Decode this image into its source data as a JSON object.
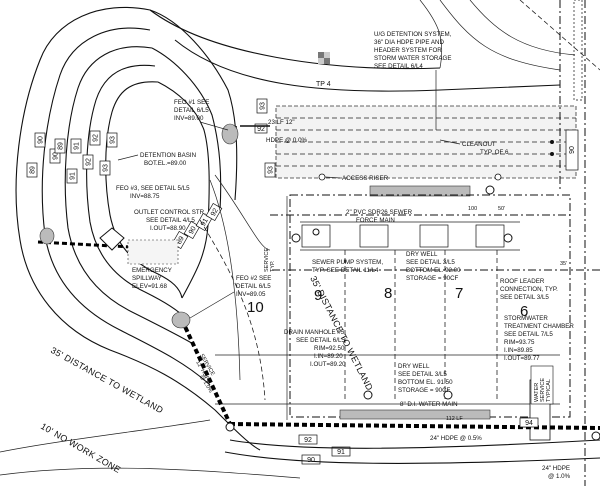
{
  "contour_labels": [
    "89",
    "90",
    "91",
    "92",
    "93",
    "89",
    "90",
    "91",
    "92",
    "93",
    "89",
    "90",
    "91",
    "92",
    "93",
    "92",
    "93",
    "92",
    "90",
    "91",
    "92",
    "90",
    "91"
  ],
  "tp_label": "TP 4",
  "callouts": {
    "ug_detention": [
      "U/G DETENTION SYSTEM,",
      "36\" DIA HDPE PIPE AND",
      "HEADER SYSTEM FOR",
      "STORM WATER STORAGE",
      "SEE DETAIL 6/L4"
    ],
    "feo1": [
      "FEO #1 SEE",
      "DETAIL 6/L5",
      "INV=89.00"
    ],
    "pipe_23lf": [
      "23 LF 12\"",
      "HDPE @ 0.0%"
    ],
    "cleanout": "CLEANOUT",
    "cleanout_detail": "TYP. OF 6",
    "access_riser": "ACCESS RISER",
    "detention_basin": [
      "DETENTION BASIN",
      "BOT.EL.=89.00"
    ],
    "feo3": [
      "FEO #3, SEE DETAIL 5/L5",
      "INV=88.75"
    ],
    "outlet_control": [
      "OUTLET CONTROL STR.",
      "SEE DETAIL 4/L5",
      "I.OUT=88.90"
    ],
    "sewer_force": [
      "2\" PVC SDR26 SEWER",
      "FORCE MAIN"
    ],
    "dry_well_1": [
      "DRY WELL",
      "SEE DETAIL 3/L5",
      "BOTTOM EL. 92.00",
      "STORAGE = 90CF"
    ],
    "sewer_pump": [
      "SEWER PUMP SYSTEM,",
      "TYP. SEE DETAIL 11/L4"
    ],
    "roof_leader": [
      "ROOF LEADER",
      "CONNECTION, TYP.",
      "SEE DETAIL 3/L5"
    ],
    "emergency_spillway": [
      "EMERGENCY",
      "SPILLWAY",
      "ELEV=91.68"
    ],
    "feo2": [
      "FEO #2 SEE",
      "DETAIL 6/L5",
      "INV=89.05"
    ],
    "drain_manhole": [
      "DRAIN MANHOLE #5",
      "SEE DETAIL 6/L5",
      "RIM=92.50",
      "I.IN=89.20",
      "I.OUT=89.20"
    ],
    "stormwater_chamber": [
      "STORMWATER",
      "TREATMENT CHAMBER",
      "SEE DETAIL 7/L5",
      "RIM=93.75",
      "I.IN=89.85",
      "I.OUT=89.77"
    ],
    "dry_well_2": [
      "DRY WELL",
      "SEE DETAIL 3/L5",
      "BOTTOM EL. 91.50",
      "STORAGE = 90CF"
    ],
    "water_main": "8\" D.I. WATER MAIN",
    "pipe_bottom": "24\" HDPE @ 0.5%",
    "pipe_right": [
      "24\" HDPE",
      "@ 1.0%"
    ],
    "water_service": [
      "WATER",
      "SERVICE",
      "TYPICAL"
    ],
    "service_typ": [
      "SERVICE",
      "TYP."
    ],
    "pipe_left": [
      "SERVICE",
      "12\" HDPE",
      "@ 1.0%"
    ],
    "lf_112": "112 LF",
    "lf_94": "94",
    "lf_100": "100",
    "lf_50": "50'",
    "lf_35": "35'"
  },
  "units": [
    "10",
    "9",
    "8",
    "7",
    "6"
  ],
  "wetland_labels": {
    "distance_left": "35' DISTANCE TO WETLAND",
    "distance_mid": "35' DISTANCE TO WETLAND",
    "no_work": "10' NO WORK ZONE"
  },
  "colors": {
    "ink": "#111111",
    "paper": "#ffffff",
    "hatch": "#bbbbbb"
  }
}
